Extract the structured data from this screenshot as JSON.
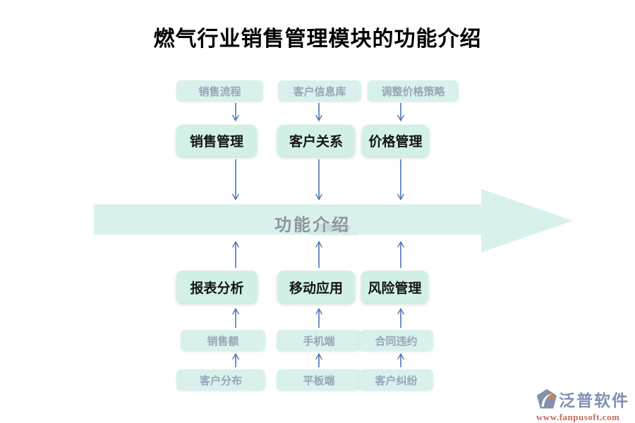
{
  "title": "燃气行业销售管理模块的功能介绍",
  "banner": {
    "label": "功能介绍",
    "watermark_name": "泛普软件",
    "watermark_sub": "FANPU SOFTWARE"
  },
  "columns": [
    {
      "source": "销售流程",
      "module": "销售管理",
      "function": "报表分析",
      "detail1": "销售额",
      "detail2": "客户分布"
    },
    {
      "source": "客户信息库",
      "module": "客户关系",
      "function": "移动应用",
      "detail1": "手机端",
      "detail2": "平板端"
    },
    {
      "source": "调整价格策略",
      "module": "价格管理",
      "function": "风险管理",
      "detail1": "合同违约",
      "detail2": "客户纠纷"
    }
  ],
  "footer_logo": {
    "brand": "泛普软件",
    "website": "www.fanpusoft.com"
  },
  "colors": {
    "box_small_bg": "#d9f1ec",
    "box_main_bg": "#d2f0e6",
    "band_bg": "#d8f1ec",
    "arrow": "#4d74b5",
    "muted_text": "#97a6b5",
    "band_text": "#8d959d",
    "brand_text": "#8090b4",
    "url_text": "#bf6a5f"
  }
}
